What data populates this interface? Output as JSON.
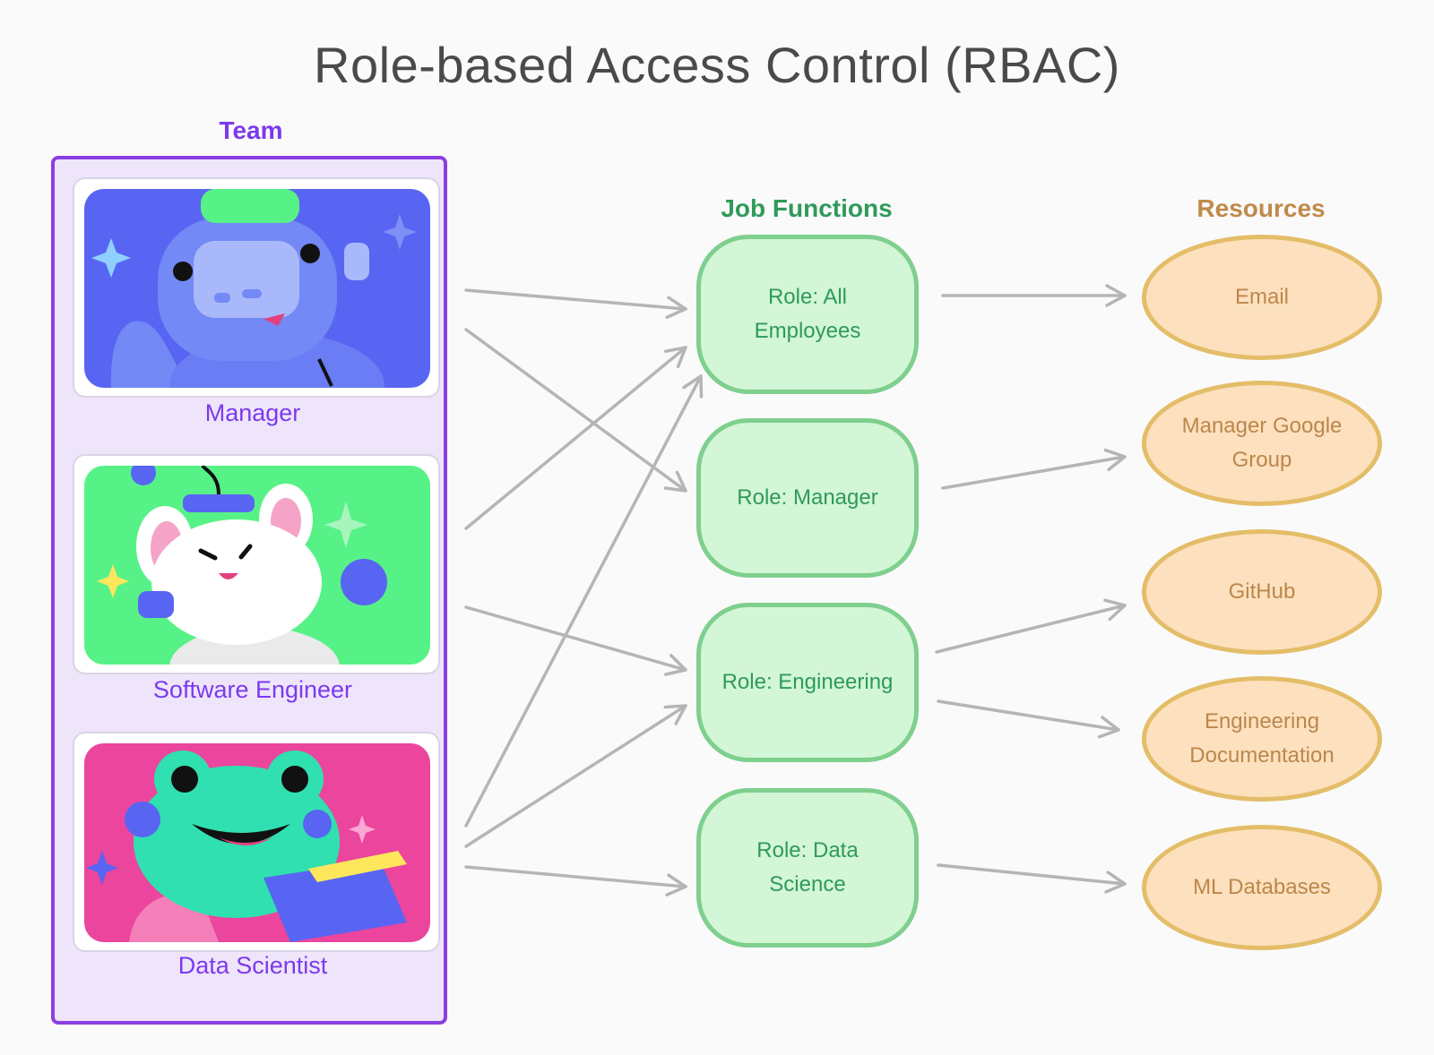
{
  "title": "Role-based Access Control (RBAC)",
  "headings": {
    "team": "Team",
    "job_functions": "Job Functions",
    "resources": "Resources"
  },
  "team": [
    {
      "label": "Manager",
      "illustration": "robot-mascot-illustration",
      "bg": "#5865f2"
    },
    {
      "label": "Software Engineer",
      "illustration": "mouse-mascot-illustration",
      "bg": "#57f287"
    },
    {
      "label": "Data Scientist",
      "illustration": "frog-mascot-illustration",
      "bg": "#eb459e"
    }
  ],
  "roles": [
    {
      "label": "Role: All Employees"
    },
    {
      "label": "Role: Manager"
    },
    {
      "label": "Role: Engineering"
    },
    {
      "label": "Role: Data Science"
    }
  ],
  "resources": [
    {
      "label": "Email"
    },
    {
      "label": "Manager Google Group"
    },
    {
      "label": "GitHub"
    },
    {
      "label": "Engineering Documentation"
    },
    {
      "label": "ML Databases"
    }
  ],
  "connections": {
    "team_to_role": [
      [
        "Manager",
        "Role: All Employees"
      ],
      [
        "Manager",
        "Role: Manager"
      ],
      [
        "Software Engineer",
        "Role: All Employees"
      ],
      [
        "Software Engineer",
        "Role: Engineering"
      ],
      [
        "Data Scientist",
        "Role: All Employees"
      ],
      [
        "Data Scientist",
        "Role: Engineering"
      ],
      [
        "Data Scientist",
        "Role: Data Science"
      ]
    ],
    "role_to_resource": [
      [
        "Role: All Employees",
        "Email"
      ],
      [
        "Role: Manager",
        "Manager Google Group"
      ],
      [
        "Role: Engineering",
        "GitHub"
      ],
      [
        "Role: Engineering",
        "Engineering Documentation"
      ],
      [
        "Role: Data Science",
        "ML Databases"
      ]
    ]
  },
  "colors": {
    "team_accent": "#8b3fe0",
    "role_border": "#7fcf8e",
    "role_fill": "#d2f6d6",
    "resource_border": "#e4bd69",
    "resource_fill": "#fde0bd",
    "arrow": "#b5b5b5"
  }
}
